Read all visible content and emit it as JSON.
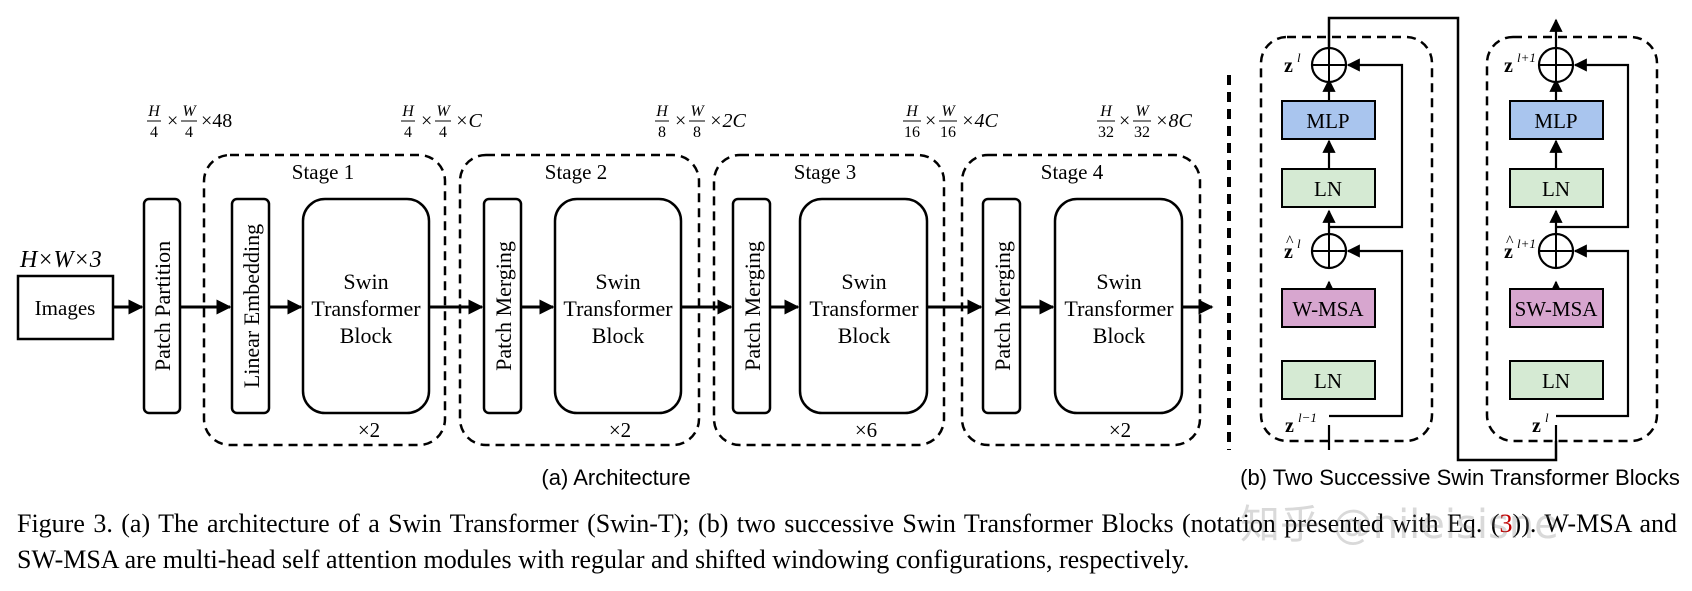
{
  "dims": {
    "input": "H×W×3",
    "stage1": {
      "f1n": "H",
      "f1d": "4",
      "f2n": "W",
      "f2d": "4",
      "mult": "×48"
    },
    "stage2": {
      "f1n": "H",
      "f1d": "4",
      "f2n": "W",
      "f2d": "4",
      "mult": "×C"
    },
    "stage3": {
      "f1n": "H",
      "f1d": "8",
      "f2n": "W",
      "f2d": "8",
      "mult": "×2C"
    },
    "stage4": {
      "f1n": "H",
      "f1d": "16",
      "f2n": "W",
      "f2d": "16",
      "mult": "×4C"
    },
    "stage5": {
      "f1n": "H",
      "f1d": "32",
      "f2n": "W",
      "f2d": "32",
      "mult": "×8C"
    },
    "times": "×"
  },
  "architecture": {
    "images": "Images",
    "patch_partition": "Patch Partition",
    "linear_embedding": "Linear Embedding",
    "patch_merging": "Patch Merging",
    "stages": [
      {
        "title": "Stage 1",
        "repeat": "×2"
      },
      {
        "title": "Stage 2",
        "repeat": "×2"
      },
      {
        "title": "Stage 3",
        "repeat": "×6"
      },
      {
        "title": "Stage 4",
        "repeat": "×2"
      }
    ],
    "block_lines": [
      "Swin",
      "Transformer",
      "Block"
    ],
    "label": "(a) Architecture"
  },
  "blocks": {
    "mlp": "MLP",
    "ln": "LN",
    "wmsa": "W-MSA",
    "swmsa": "SW-MSA",
    "z": "z",
    "sup_l": "l",
    "sup_l1": "l+1",
    "sup_lm1": "l−1",
    "label": "(b) Two Successive Swin Transformer Blocks"
  },
  "colors": {
    "mlp": "#a9c5ee",
    "ln": "#d5ead3",
    "msa": "#d7a6cf",
    "ref": "#c00000"
  },
  "caption": {
    "part1": "Figure 3. (a) The architecture of a Swin Transformer (Swin-T); (b) two successive Swin Transformer Blocks (notation presented with Eq. (",
    "ref": "3",
    "part2": ")). W-MSA and SW-MSA are multi-head self attention modules with regular and shifted windowing configurations, respectively."
  },
  "watermark": "知乎 @nileisisne"
}
